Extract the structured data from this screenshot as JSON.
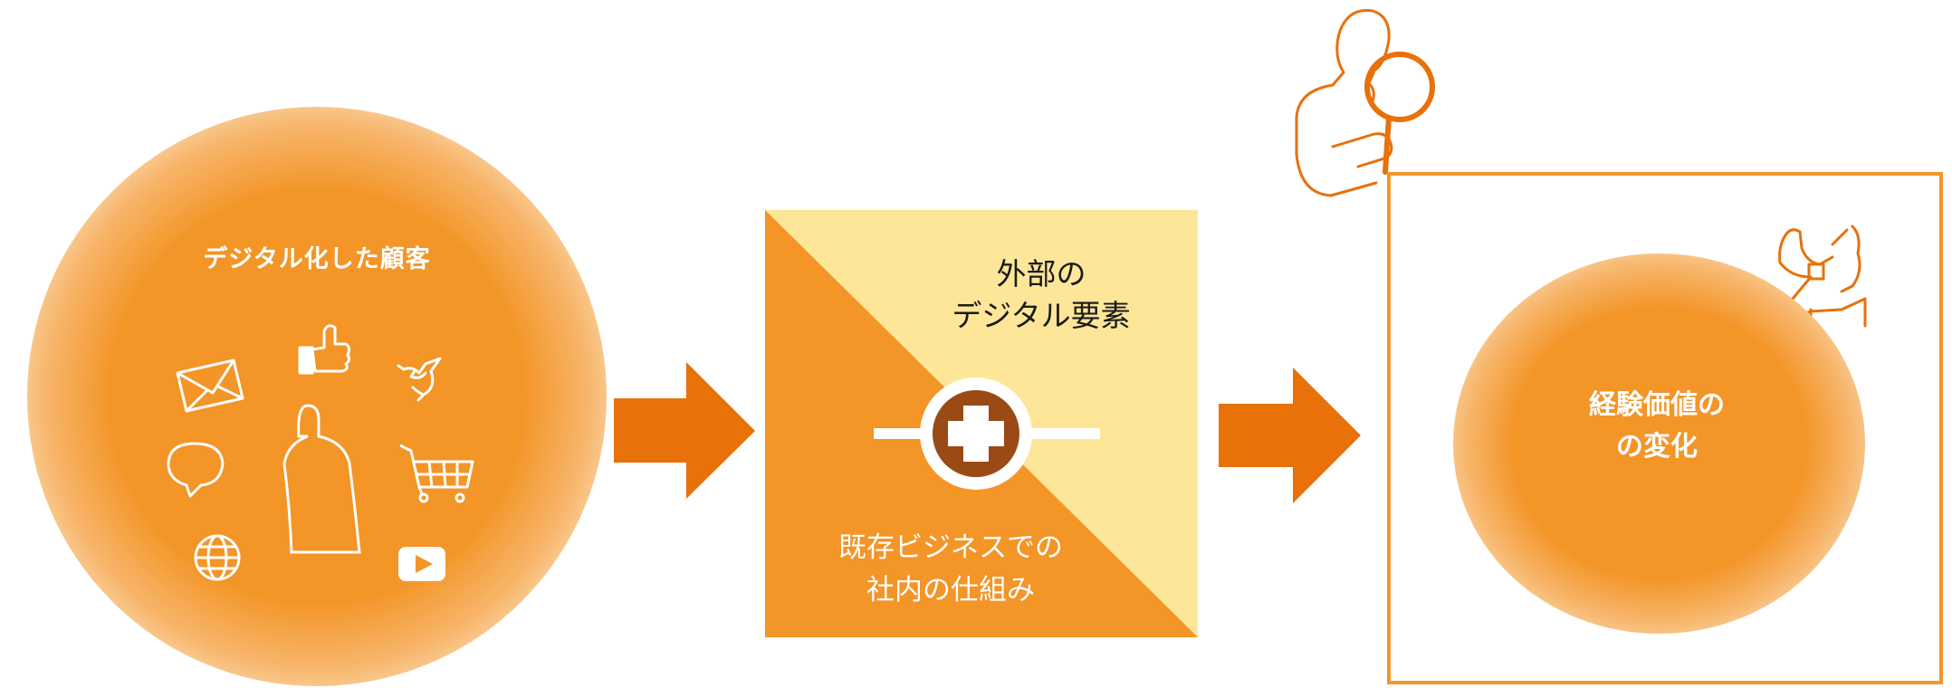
{
  "left_circle": {
    "title": "デジタル化した顧客"
  },
  "middle_box": {
    "top_lines": [
      "外部の",
      "デジタル要素"
    ],
    "bottom_lines": [
      "既存ビジネスでの",
      "社内の仕組み"
    ]
  },
  "right_box": {
    "center_lines": [
      "経験価値の",
      "の変化"
    ]
  },
  "icons": [
    "envelope-icon",
    "thumbs-up-icon",
    "bird-icon",
    "speech-bubble-icon",
    "person-icon",
    "shopping-cart-icon",
    "globe-icon",
    "play-button-icon",
    "plus-icon",
    "person-with-magnifier-icon",
    "person-drinking-icon",
    "arrow-right-icon"
  ],
  "colors": {
    "orange": "#f39527",
    "dark_orange": "#e8710a",
    "light_yellow": "#fde698",
    "brown": "#9a4a15",
    "white": "#ffffff"
  }
}
